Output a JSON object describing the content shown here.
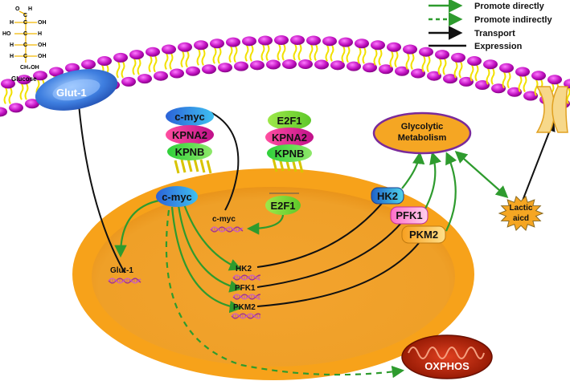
{
  "legend": {
    "promote_directly": "Promote directly",
    "promote_indirectly": "Promote indirectly",
    "transport": "Transport",
    "expression": "Expression"
  },
  "glucose": {
    "label": "Glucose",
    "atoms": {
      "o": "O",
      "h": "H",
      "c": "C",
      "oh": "OH",
      "ho": "HO",
      "ch2oh": "CH₂OH"
    }
  },
  "membrane": {
    "transporter_label": "Glut-1"
  },
  "complex_left": {
    "top": "c-myc",
    "middle": "KPNA2",
    "bottom": "KPNB"
  },
  "complex_right": {
    "top": "E2F1",
    "middle": "KPNA2",
    "bottom": "KPNB"
  },
  "nucleus": {
    "cmyc_protein": "c-myc",
    "e2f1_protein": "E2F1",
    "genes": {
      "cmyc": "c-myc",
      "glut1": "Glut-1",
      "hk2": "HK2",
      "pfk1": "PFK1",
      "pkm2": "PKM2"
    }
  },
  "enzymes": {
    "hk2": "HK2",
    "pfk1": "PFK1",
    "pkm2": "PKM2"
  },
  "metabolism": {
    "line1": "Glycolytic",
    "line2": "Metabolism"
  },
  "lactic": {
    "line1": "Lactic",
    "line2": "aicd"
  },
  "oxphos": {
    "label": "OXPHOS"
  },
  "colors": {
    "promote": "#2e9b2e",
    "transport": "#111111",
    "membrane_head": "#c010c0",
    "membrane_tail": "#f2e000",
    "nucleus_outer": "#f7a21a",
    "nucleus_inner": "#f0a030",
    "glut1": "#3f7fe0",
    "mito": "#b42000"
  }
}
